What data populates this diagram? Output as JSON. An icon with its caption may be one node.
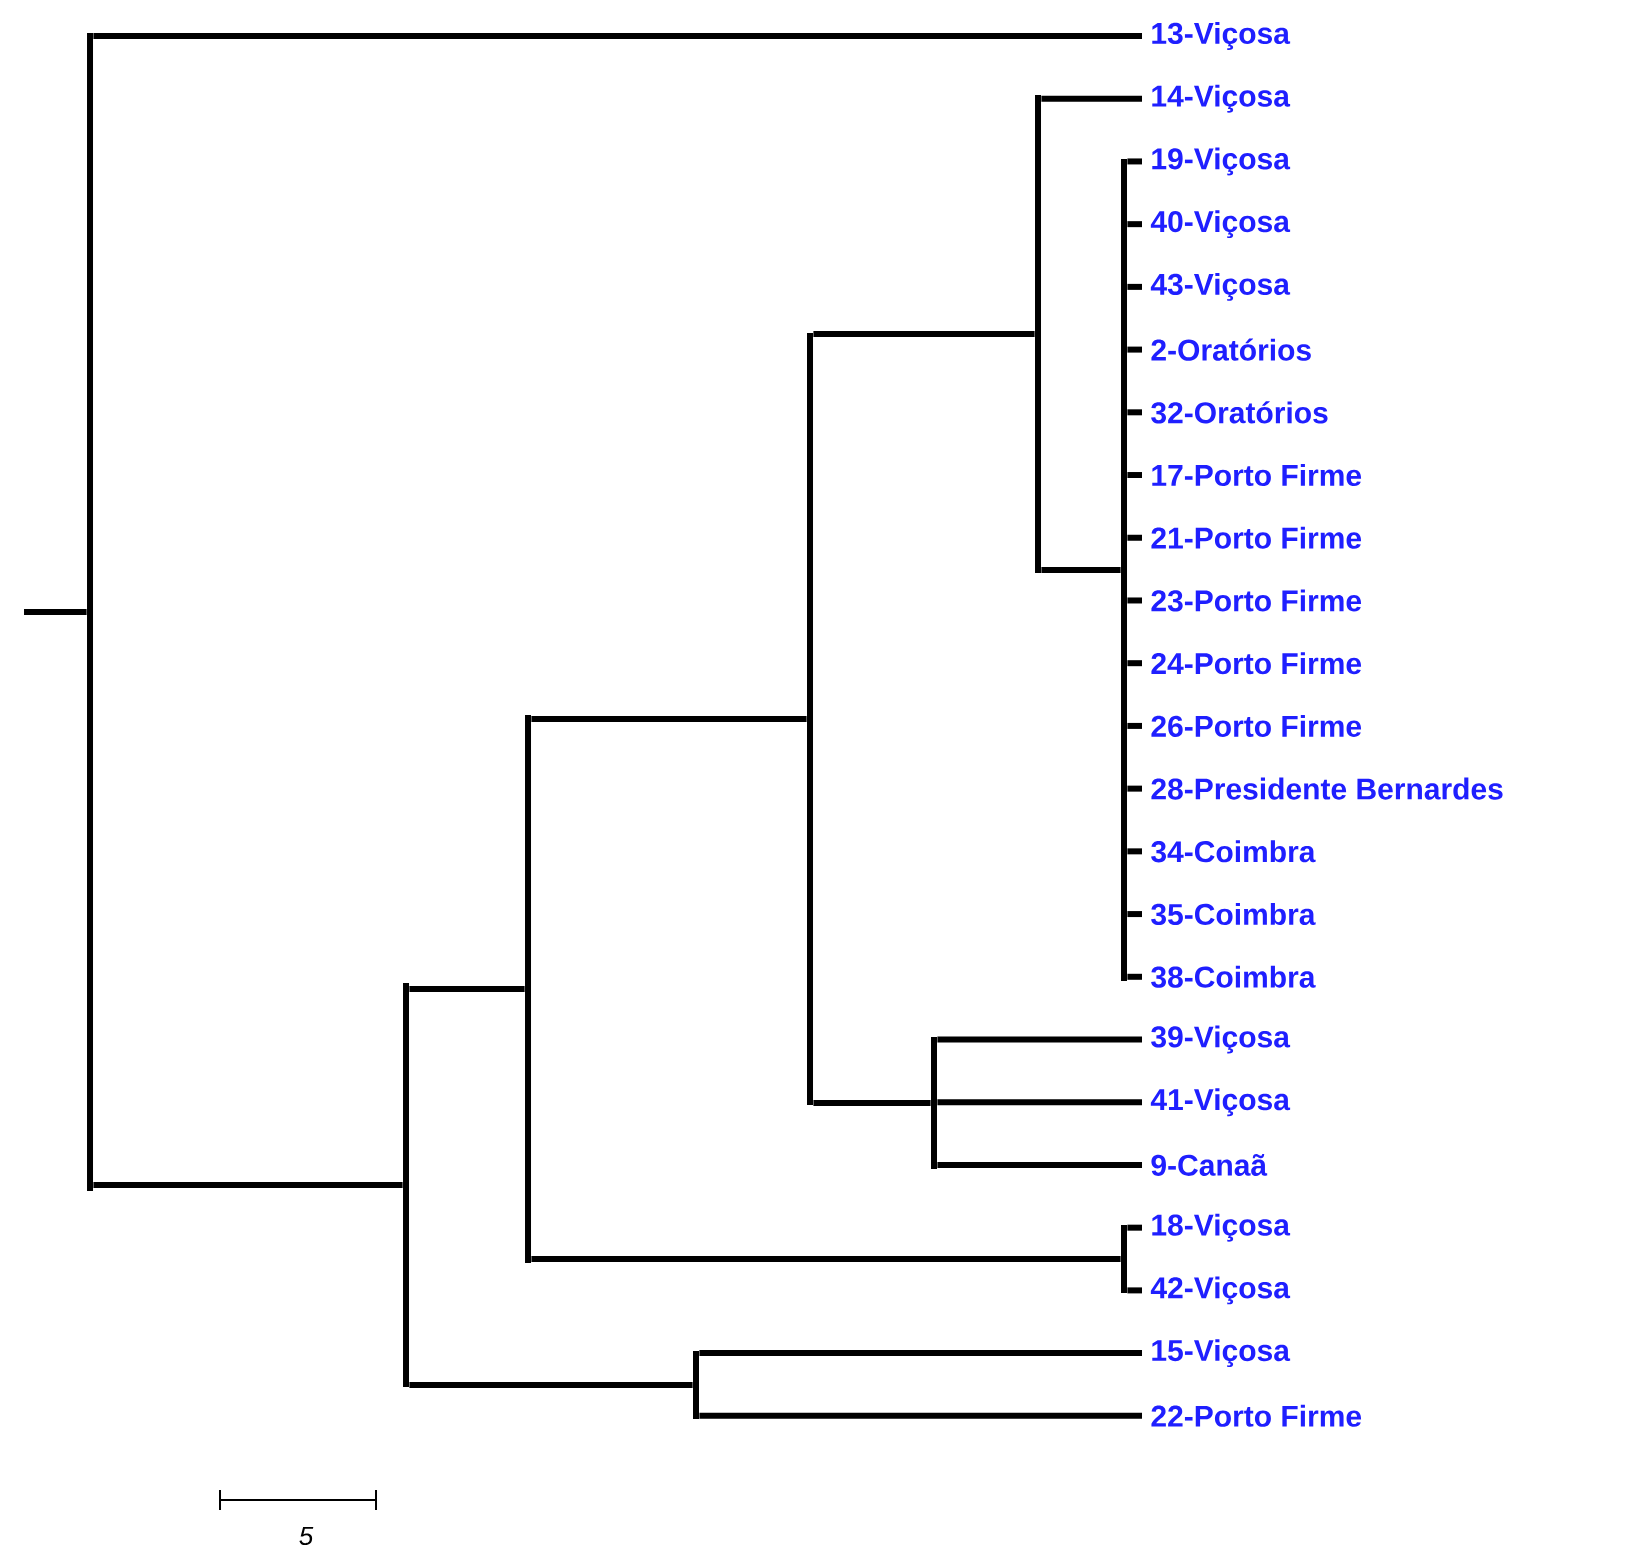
{
  "diagram": {
    "nodes": [
      {
        "text": [
          "13-Viçosa"
        ]
      },
      {
        "text": [
          "14-Viçosa"
        ]
      },
      {
        "text": [
          "19-Viçosa"
        ]
      },
      {
        "text": [
          "40-Viçosa"
        ]
      },
      {
        "text": [
          "43-Viçosa"
        ]
      },
      {
        "text": [
          "2-Oratórios"
        ]
      },
      {
        "text": [
          "32-Oratórios"
        ]
      },
      {
        "text": [
          "17-Porto Firme"
        ]
      },
      {
        "text": [
          "21-Porto Firme"
        ]
      },
      {
        "text": [
          "23-Porto Firme"
        ]
      },
      {
        "text": [
          "24-Porto Firme"
        ]
      },
      {
        "text": [
          "26-Porto Firme"
        ]
      },
      {
        "text": [
          "28-Presidente Bernardes"
        ]
      },
      {
        "text": [
          "34-Coimbra"
        ]
      },
      {
        "text": [
          "35-Coimbra"
        ]
      },
      {
        "text": [
          "38-Coimbra"
        ]
      },
      {
        "text": [
          "39-Viçosa"
        ]
      },
      {
        "text": [
          "41-Viçosa"
        ]
      },
      {
        "text": [
          "9-Canaã"
        ]
      },
      {
        "text": [
          "18-Viçosa"
        ]
      },
      {
        "text": [
          "42-Viçosa"
        ]
      },
      {
        "text": [
          "15-Viçosa"
        ]
      },
      {
        "text": [
          "22-Porto Firme"
        ]
      },
      {
        "text": [],
        "shape": "bar"
      },
      {
        "text": [],
        "shape": "bar"
      },
      {
        "text": [],
        "shape": "bar"
      },
      {
        "text": [],
        "shape": "bar"
      },
      {
        "text": [],
        "shape": "bar"
      },
      {
        "text": [],
        "shape": "bar"
      },
      {
        "text": [],
        "shape": "bar"
      },
      {
        "text": [],
        "shape": "bar"
      },
      {
        "text": [],
        "shape": "bar"
      }
    ],
    "edges": [
      {
        "from": null,
        "to": 23,
        "arrow": "none"
      },
      {
        "from": 23,
        "to": 0,
        "arrow": "none"
      },
      {
        "from": 23,
        "to": 24,
        "arrow": "none"
      },
      {
        "from": 24,
        "to": 25,
        "arrow": "none"
      },
      {
        "from": 24,
        "to": 26,
        "arrow": "none"
      },
      {
        "from": 25,
        "to": 27,
        "arrow": "none"
      },
      {
        "from": 25,
        "to": 30,
        "arrow": "none"
      },
      {
        "from": 27,
        "to": 29,
        "arrow": "none"
      },
      {
        "from": 27,
        "to": 28,
        "arrow": "none"
      },
      {
        "from": 29,
        "to": 1,
        "arrow": "none"
      },
      {
        "from": 29,
        "to": 31,
        "arrow": "none"
      },
      {
        "from": 31,
        "to": 2,
        "arrow": "none"
      },
      {
        "from": 31,
        "to": 3,
        "arrow": "none"
      },
      {
        "from": 31,
        "to": 4,
        "arrow": "none"
      },
      {
        "from": 31,
        "to": 5,
        "arrow": "none"
      },
      {
        "from": 31,
        "to": 6,
        "arrow": "none"
      },
      {
        "from": 31,
        "to": 7,
        "arrow": "none"
      },
      {
        "from": 31,
        "to": 8,
        "arrow": "none"
      },
      {
        "from": 31,
        "to": 9,
        "arrow": "none"
      },
      {
        "from": 31,
        "to": 10,
        "arrow": "none"
      },
      {
        "from": 31,
        "to": 11,
        "arrow": "none"
      },
      {
        "from": 31,
        "to": 12,
        "arrow": "none"
      },
      {
        "from": 31,
        "to": 13,
        "arrow": "none"
      },
      {
        "from": 31,
        "to": 14,
        "arrow": "none"
      },
      {
        "from": 31,
        "to": 15,
        "arrow": "none"
      },
      {
        "from": 28,
        "to": 16,
        "arrow": "none"
      },
      {
        "from": 28,
        "to": 17,
        "arrow": "none"
      },
      {
        "from": 28,
        "to": 18,
        "arrow": "none"
      },
      {
        "from": 30,
        "to": 19,
        "arrow": "none"
      },
      {
        "from": 30,
        "to": 20,
        "arrow": "none"
      },
      {
        "from": 26,
        "to": 21,
        "arrow": "none"
      },
      {
        "from": 26,
        "to": 22,
        "arrow": "none"
      }
    ],
    "labels": [
      "5"
    ]
  }
}
